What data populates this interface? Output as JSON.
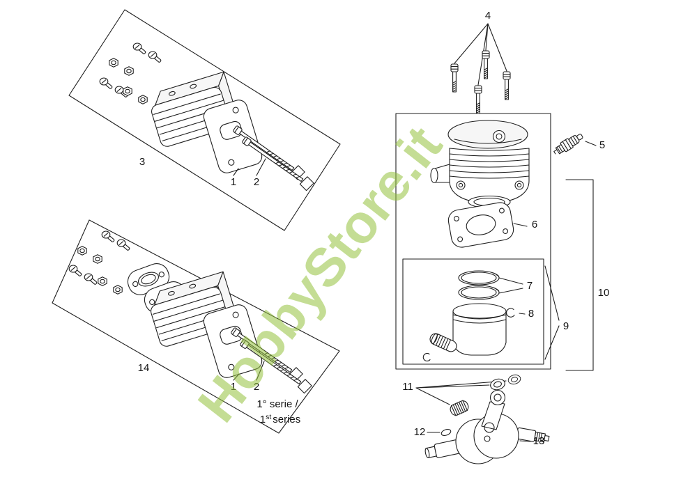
{
  "watermark": {
    "text": "HobbyStore.it",
    "color": "#94c13d"
  },
  "callouts": {
    "n1": "1",
    "n2": "2",
    "n3": "3",
    "n4": "4",
    "n5": "5",
    "n6": "6",
    "n7": "7",
    "n8": "8",
    "n9": "9",
    "n10": "10",
    "n11": "11",
    "n12": "12",
    "n13": "13",
    "n14": "14"
  },
  "notes": {
    "series_line1": "1° serie /",
    "series_num": "1",
    "series_sup": "st",
    "series_word": "series"
  }
}
